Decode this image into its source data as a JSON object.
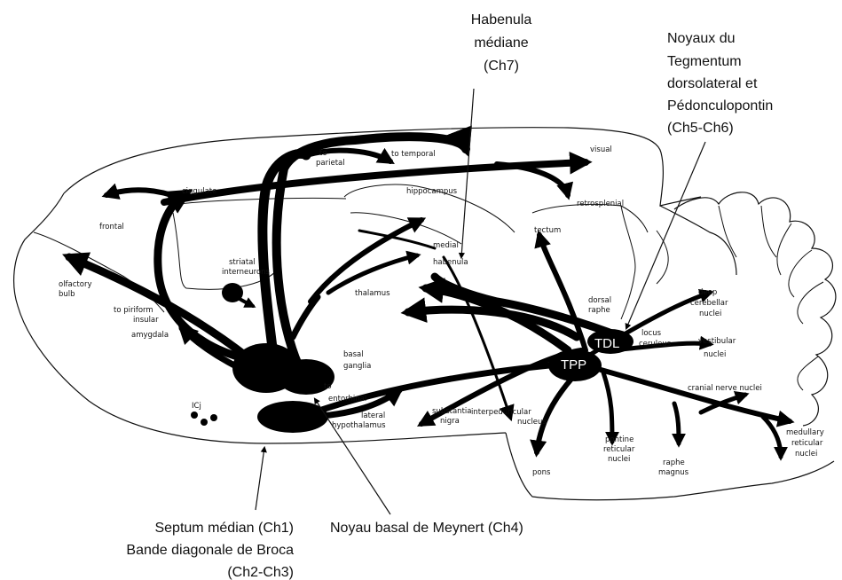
{
  "annotations": {
    "habenula": [
      "Habenula",
      "médiane",
      "(Ch7)"
    ],
    "noyaux": [
      "Noyaux du",
      "Tegmentum",
      "dorsolateral et",
      "Pédonculopontin",
      "(Ch5-Ch6)"
    ],
    "septum": [
      "Septum médian (Ch1)",
      "Bande diagonale de Broca",
      "(Ch2-Ch3)"
    ],
    "meynert": "Noyau basal de Meynert (Ch4)"
  },
  "nuclei": {
    "tdl": "TDL",
    "tpp": "TPP"
  },
  "labels": {
    "frontal": "frontal",
    "cingulate": "cingulate",
    "to_parietal": [
      "to",
      "parietal"
    ],
    "to_temporal": "to  temporal",
    "visual": "visual",
    "retrosplenial": "retrosplenial",
    "hippocampus": "hippocampus",
    "medial_habenula": [
      "medial",
      "habenula"
    ],
    "tectum": "tectum",
    "striatal": [
      "striatal",
      "interneurons"
    ],
    "olfactory": [
      "olfactory",
      "bulb"
    ],
    "piriform": [
      "to piriform",
      "insular",
      "amygdala"
    ],
    "thalamus": "thalamus",
    "dorsal_raphe": [
      "dorsal",
      "raphe"
    ],
    "deep_cerebellar": [
      "deep",
      "cerebellar",
      "nuclei"
    ],
    "locus": [
      "locus",
      "ceruleus"
    ],
    "vestibular": [
      "vestibular",
      "nuclei"
    ],
    "basal_ganglia": [
      "basal",
      "ganglia"
    ],
    "entorhinal": [
      "to",
      "entorhinal"
    ],
    "ic": "ICj",
    "lateral_hypo": [
      "lateral",
      "hypothalamus"
    ],
    "substantia": [
      "substantia",
      "nigra"
    ],
    "interpeduncular": [
      "interpeduncular",
      "nucleus"
    ],
    "cranial": "cranial   nerve  nuclei",
    "medullary": [
      "medullary",
      "reticular",
      "nuclei"
    ],
    "pontine": [
      "pontine",
      "reticular",
      "nuclei"
    ],
    "raphe_magnus": [
      "raphe",
      "magnus"
    ],
    "pons": "pons"
  }
}
